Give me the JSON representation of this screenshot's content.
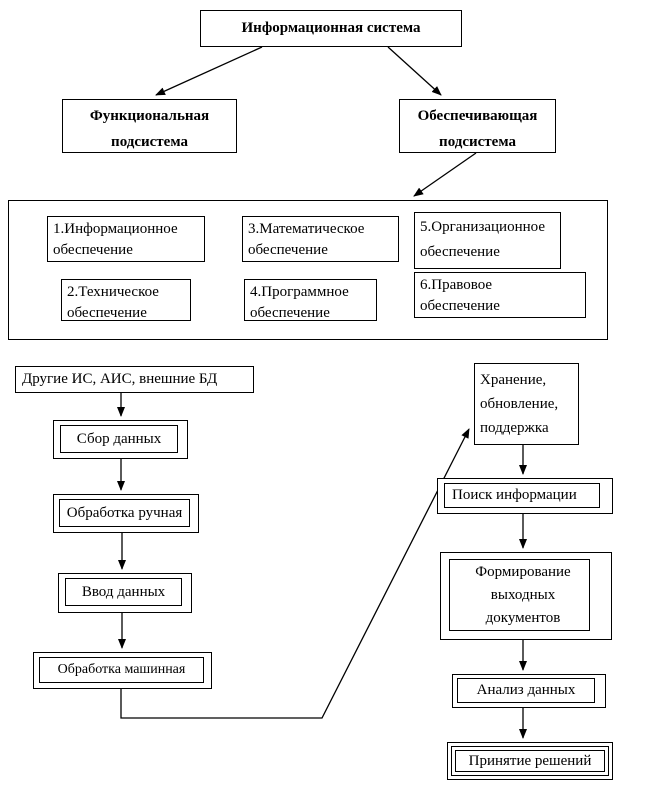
{
  "top": {
    "root": "Информационная система",
    "functional": "Функциональная\nподсистема",
    "providing": "Обеспечивающая\nподсистема"
  },
  "components": {
    "c1": "1.Информационное\nобеспечение",
    "c2": "2.Техническое\nобеспечение",
    "c3": "3.Математическое\nобеспечение",
    "c4": "4.Программное\nобеспечение",
    "c5": "5.Организационное\nобеспечение",
    "c6": "6.Правовое\nобеспечение"
  },
  "flow": {
    "sources": "Другие ИС, АИС, внешние БД",
    "collect": "Сбор данных",
    "manual": "Обработка ручная",
    "input": "Ввод данных",
    "machine": "Обработка машинная",
    "storage": "Хранение,\nобновление,\nподдержка",
    "search": "Поиск информации",
    "forming": "Формирование\nвыходных\nдокументов",
    "analysis": "Анализ данных",
    "decision": "Принятие решений"
  }
}
